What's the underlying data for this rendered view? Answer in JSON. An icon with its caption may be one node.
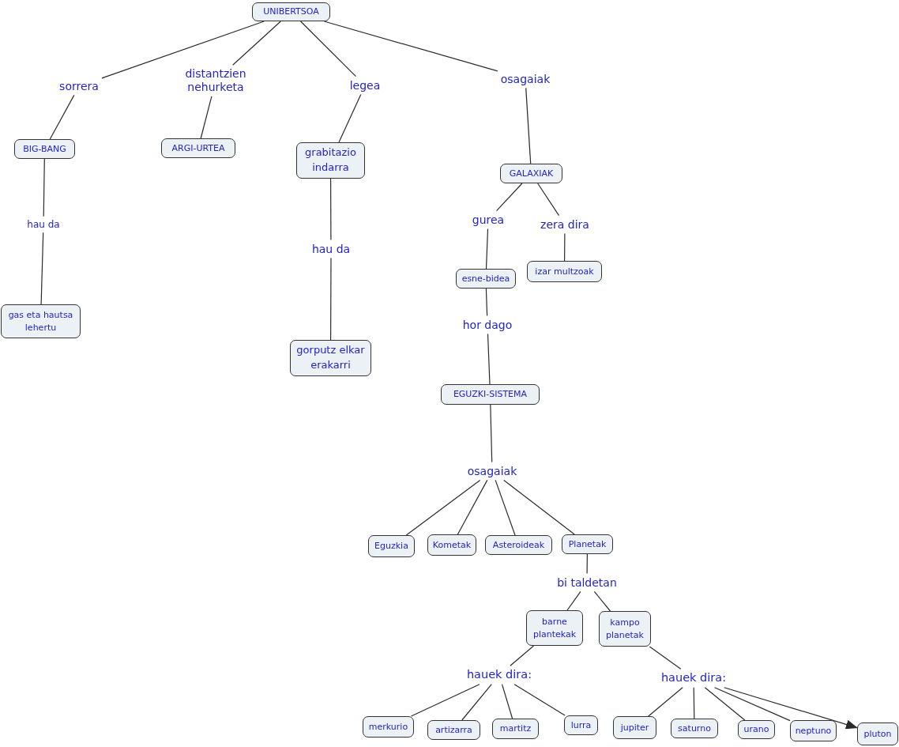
{
  "diagram": {
    "nodes": [
      {
        "text": [
          "UNIBERTSOA"
        ]
      },
      {
        "text": [
          "sorrera"
        ]
      },
      {
        "text": [
          "distantzien nehurketa"
        ]
      },
      {
        "text": [
          "legea"
        ]
      },
      {
        "text": [
          "osagaiak"
        ]
      },
      {
        "text": [
          "BIG-BANG"
        ]
      },
      {
        "text": [
          "ARGI-URTEA"
        ]
      },
      {
        "text": [
          "grabitazio indarra"
        ]
      },
      {
        "text": [
          "GALAXIAK"
        ]
      },
      {
        "text": [
          "hau da"
        ]
      },
      {
        "text": [
          "hau da"
        ]
      },
      {
        "text": [
          "gurea"
        ]
      },
      {
        "text": [
          "zera dira"
        ]
      },
      {
        "text": [
          "gas eta hautsa lehertu"
        ]
      },
      {
        "text": [
          "gorputz elkar erakarri"
        ]
      },
      {
        "text": [
          "esne-bidea"
        ]
      },
      {
        "text": [
          "izar multzoak"
        ]
      },
      {
        "text": [
          "hor dago"
        ]
      },
      {
        "text": [
          "EGUZKI-SISTEMA"
        ]
      },
      {
        "text": [
          "osagaiak"
        ]
      },
      {
        "text": [
          "Eguzkia"
        ]
      },
      {
        "text": [
          "Kometak"
        ]
      },
      {
        "text": [
          "Asteroideak"
        ]
      },
      {
        "text": [
          "Planetak"
        ]
      },
      {
        "text": [
          "bi taldetan"
        ]
      },
      {
        "text": [
          "barne plantekak"
        ]
      },
      {
        "text": [
          "kampo planetak"
        ]
      },
      {
        "text": [
          "hauek dira:"
        ]
      },
      {
        "text": [
          "hauek dira:"
        ]
      },
      {
        "text": [
          "merkurio"
        ]
      },
      {
        "text": [
          "artizarra"
        ]
      },
      {
        "text": [
          "martitz"
        ]
      },
      {
        "text": [
          "lurra"
        ]
      },
      {
        "text": [
          "jupiter"
        ]
      },
      {
        "text": [
          "saturno"
        ]
      },
      {
        "text": [
          "urano"
        ]
      },
      {
        "text": [
          "neptuno"
        ]
      },
      {
        "text": [
          "pluton"
        ]
      }
    ],
    "edges": [
      {
        "from": 0,
        "to": 1,
        "arrow": "none"
      },
      {
        "from": 0,
        "to": 2,
        "arrow": "none"
      },
      {
        "from": 0,
        "to": 3,
        "arrow": "none"
      },
      {
        "from": 0,
        "to": 4,
        "arrow": "none"
      },
      {
        "from": 1,
        "to": 5,
        "arrow": "none"
      },
      {
        "from": 2,
        "to": 6,
        "arrow": "none"
      },
      {
        "from": 3,
        "to": 7,
        "arrow": "none"
      },
      {
        "from": 4,
        "to": 8,
        "arrow": "none"
      },
      {
        "from": 5,
        "to": 9,
        "arrow": "none"
      },
      {
        "from": 9,
        "to": 13,
        "arrow": "none"
      },
      {
        "from": 7,
        "to": 10,
        "arrow": "none"
      },
      {
        "from": 10,
        "to": 14,
        "arrow": "none"
      },
      {
        "from": 8,
        "to": 11,
        "arrow": "none"
      },
      {
        "from": 8,
        "to": 12,
        "arrow": "none"
      },
      {
        "from": 11,
        "to": 15,
        "arrow": "none"
      },
      {
        "from": 12,
        "to": 16,
        "arrow": "none"
      },
      {
        "from": 15,
        "to": 17,
        "arrow": "none"
      },
      {
        "from": 17,
        "to": 18,
        "arrow": "none"
      },
      {
        "from": 18,
        "to": 19,
        "arrow": "none"
      },
      {
        "from": 19,
        "to": 20,
        "arrow": "none"
      },
      {
        "from": 19,
        "to": 21,
        "arrow": "none"
      },
      {
        "from": 19,
        "to": 22,
        "arrow": "none"
      },
      {
        "from": 19,
        "to": 23,
        "arrow": "none"
      },
      {
        "from": 23,
        "to": 24,
        "arrow": "none"
      },
      {
        "from": 24,
        "to": 25,
        "arrow": "none"
      },
      {
        "from": 24,
        "to": 26,
        "arrow": "none"
      },
      {
        "from": 25,
        "to": 27,
        "arrow": "none"
      },
      {
        "from": 26,
        "to": 28,
        "arrow": "none"
      },
      {
        "from": 27,
        "to": 29,
        "arrow": "none"
      },
      {
        "from": 27,
        "to": 30,
        "arrow": "none"
      },
      {
        "from": 27,
        "to": 31,
        "arrow": "none"
      },
      {
        "from": 27,
        "to": 32,
        "arrow": "none"
      },
      {
        "from": 28,
        "to": 33,
        "arrow": "none"
      },
      {
        "from": 28,
        "to": 34,
        "arrow": "none"
      },
      {
        "from": 28,
        "to": 35,
        "arrow": "none"
      },
      {
        "from": 28,
        "to": 36,
        "arrow": "none"
      },
      {
        "from": 28,
        "to": 37,
        "arrow": "to"
      }
    ]
  }
}
